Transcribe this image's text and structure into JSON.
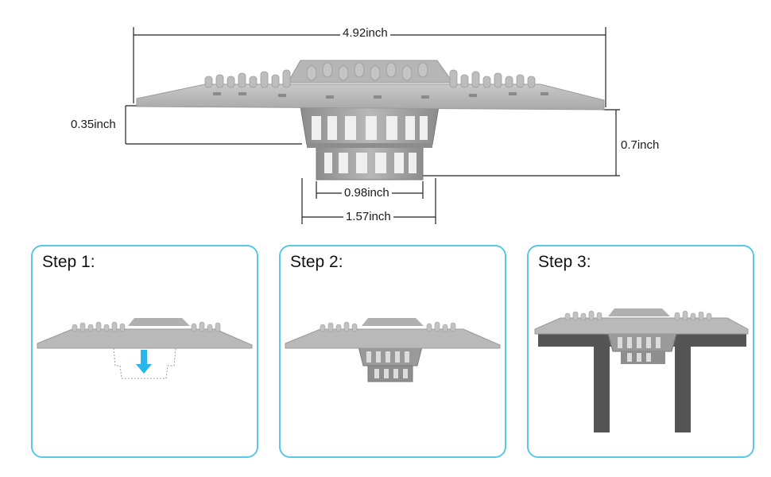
{
  "dimensions": {
    "total_width": "4.92inch",
    "plate_thickness": "0.35inch",
    "total_height": "0.7inch",
    "inner_diameter": "0.98inch",
    "outer_diameter": "1.57inch"
  },
  "steps": [
    {
      "label": "Step 1:"
    },
    {
      "label": "Step 2:"
    },
    {
      "label": "Step 3:"
    }
  ],
  "colors": {
    "panel_border": "#5cc6e8",
    "product_gray": "#b0b0b0",
    "arrow_blue": "#2ab5ea",
    "pipe_dark": "#555555"
  }
}
